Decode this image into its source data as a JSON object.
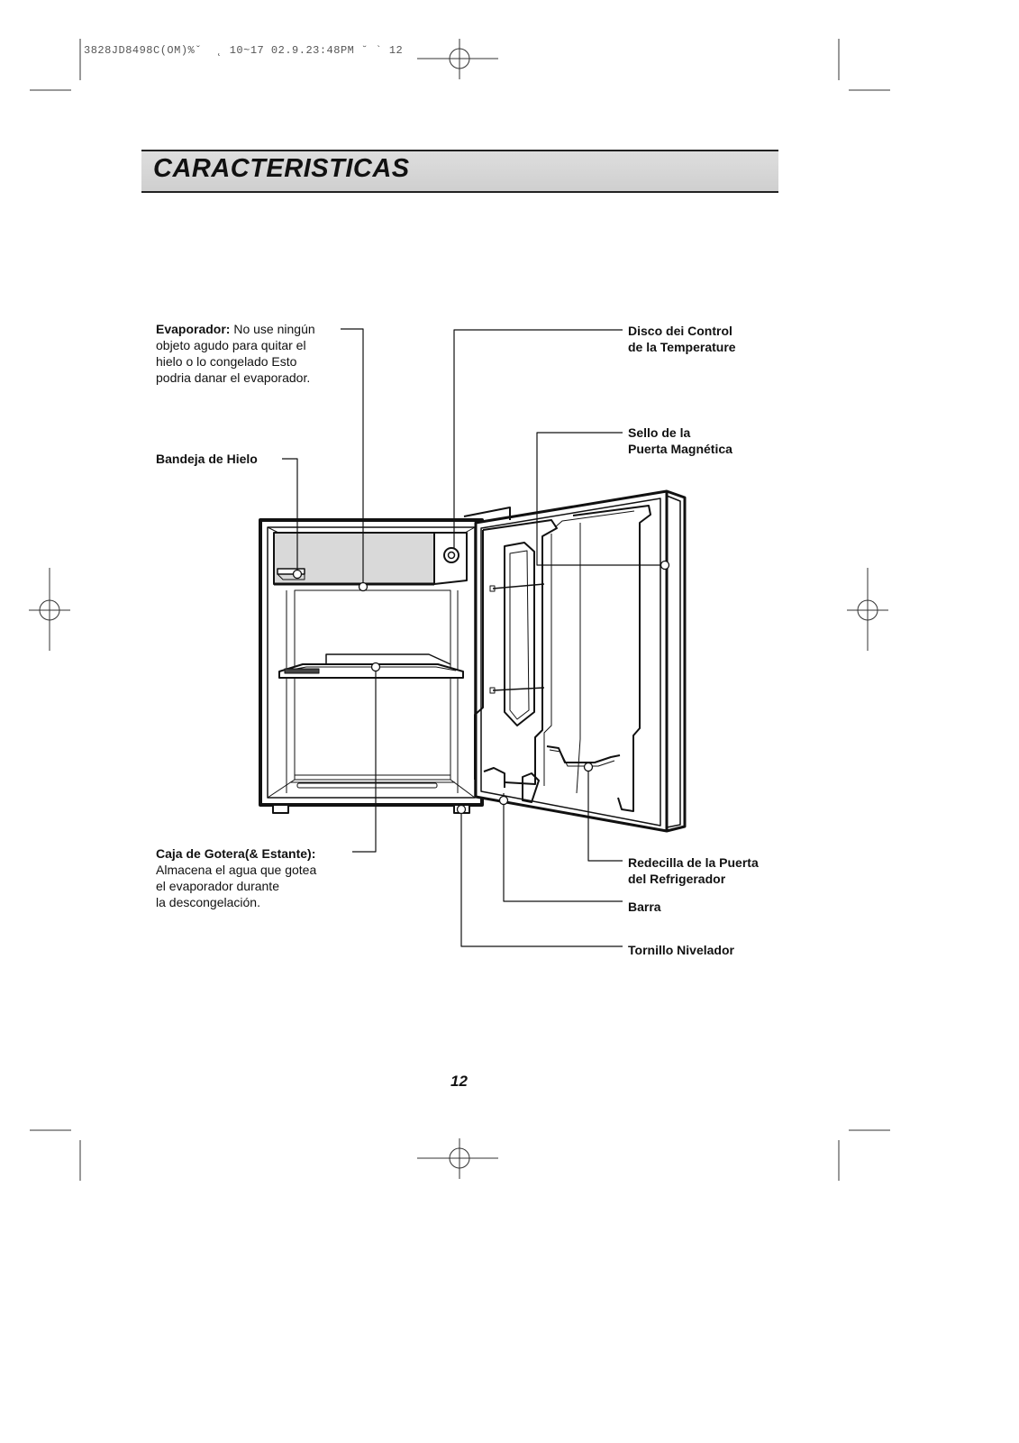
{
  "header": {
    "printer_mark": "3828JD8498C(OM)%ˇ  ˛ 10~17 02.9.23:48PM ˘ ` 12"
  },
  "title": "CARACTERISTICAS",
  "labels": {
    "evaporador": {
      "term": "Evaporador:",
      "line1": " No use ningún",
      "line2": "objeto agudo para quitar el",
      "line3": "hielo o lo congelado Esto",
      "line4": "podria danar el evaporador."
    },
    "bandeja": "Bandeja de Hielo",
    "caja": {
      "term": "Caja de Gotera(& Estante):",
      "line1": "Almacena el agua que gotea",
      "line2": "el evaporador durante",
      "line3": "la descongelación."
    },
    "disco": {
      "line1": "Disco dei Control",
      "line2": "de la Temperature"
    },
    "sello": {
      "line1": "Sello de la",
      "line2": "Puerta Magnética"
    },
    "redecilla": {
      "line1": "Redecilla de la Puerta",
      "line2": "del Refrigerador"
    },
    "barra": "Barra",
    "tornillo": "Tornillo Nivelador"
  },
  "page_number": "12",
  "colors": {
    "ink": "#111111",
    "evaporator_fill": "#d9d9d9",
    "title_bar": "#d4d4d4"
  }
}
